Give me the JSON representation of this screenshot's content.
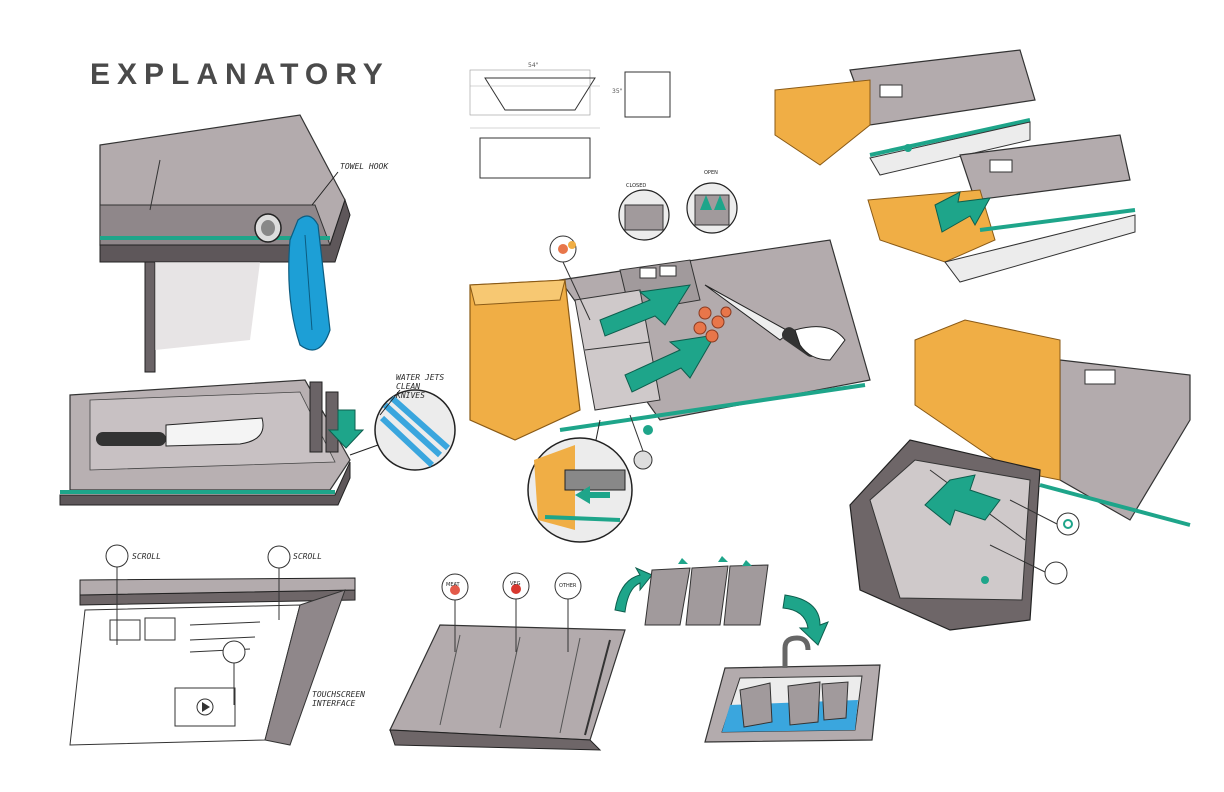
{
  "title": "EXPLANATORY",
  "labels": {
    "towel_hook": "TOWEL HOOK",
    "water_jets": "WATER JETS CLEAN KNIVES",
    "scroll_1": "SCROLL",
    "scroll_2": "SCROLL",
    "touchscreen": "TOUCHSCREEN INTERFACE",
    "closed": "CLOSED",
    "open": "OPEN",
    "meat": "MEAT",
    "veg": "VEG",
    "other": "OTHER"
  },
  "dimensions": {
    "width": "54\"",
    "height": "35\""
  },
  "colors": {
    "teal": "#1ea58a",
    "wood": "#f0ae45",
    "counter": "#a9a1a2",
    "counter_dark": "#6e6668",
    "towel": "#1d9fd6",
    "water": "#3aa6de",
    "food": "#e8764a"
  }
}
